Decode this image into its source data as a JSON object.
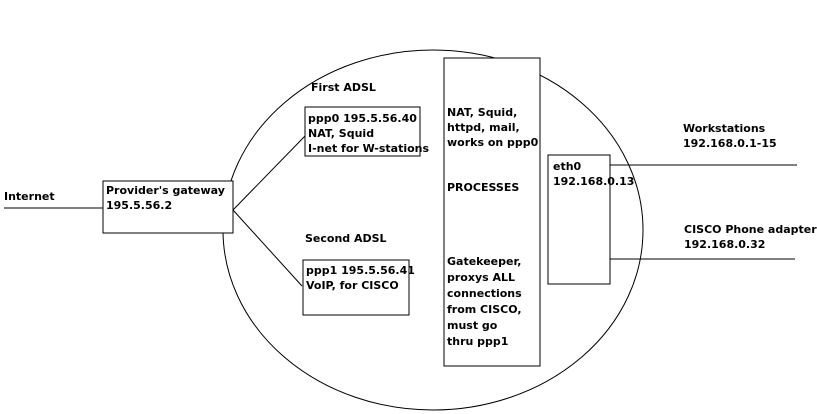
{
  "labels": {
    "internet": "Internet",
    "first_adsl": "First ADSL",
    "second_adsl": "Second ADSL",
    "workstations_title": "Workstations",
    "workstations_range": "192.168.0.1-15",
    "cisco_title": "CISCO Phone adapter",
    "cisco_ip": "192.168.0.32"
  },
  "gateway_box": {
    "line1": "Provider's gateway",
    "line2": "195.5.56.2"
  },
  "ppp0_box": {
    "line1": "ppp0 195.5.56.40",
    "line2": "NAT, Squid",
    "line3": "I-net for W-stations"
  },
  "ppp1_box": {
    "line1": "ppp1 195.5.56.41",
    "line2": "VoIP, for CISCO"
  },
  "processes_box": {
    "top": [
      "NAT, Squid,",
      "httpd, mail,",
      "works on ppp0"
    ],
    "middle": "PROCESSES",
    "bottom": [
      "Gatekeeper,",
      "proxys ALL",
      "connections",
      "from CISCO,",
      "must go",
      "thru ppp1"
    ]
  },
  "eth0_box": {
    "line1": "eth0",
    "line2": "192.168.0.13"
  }
}
